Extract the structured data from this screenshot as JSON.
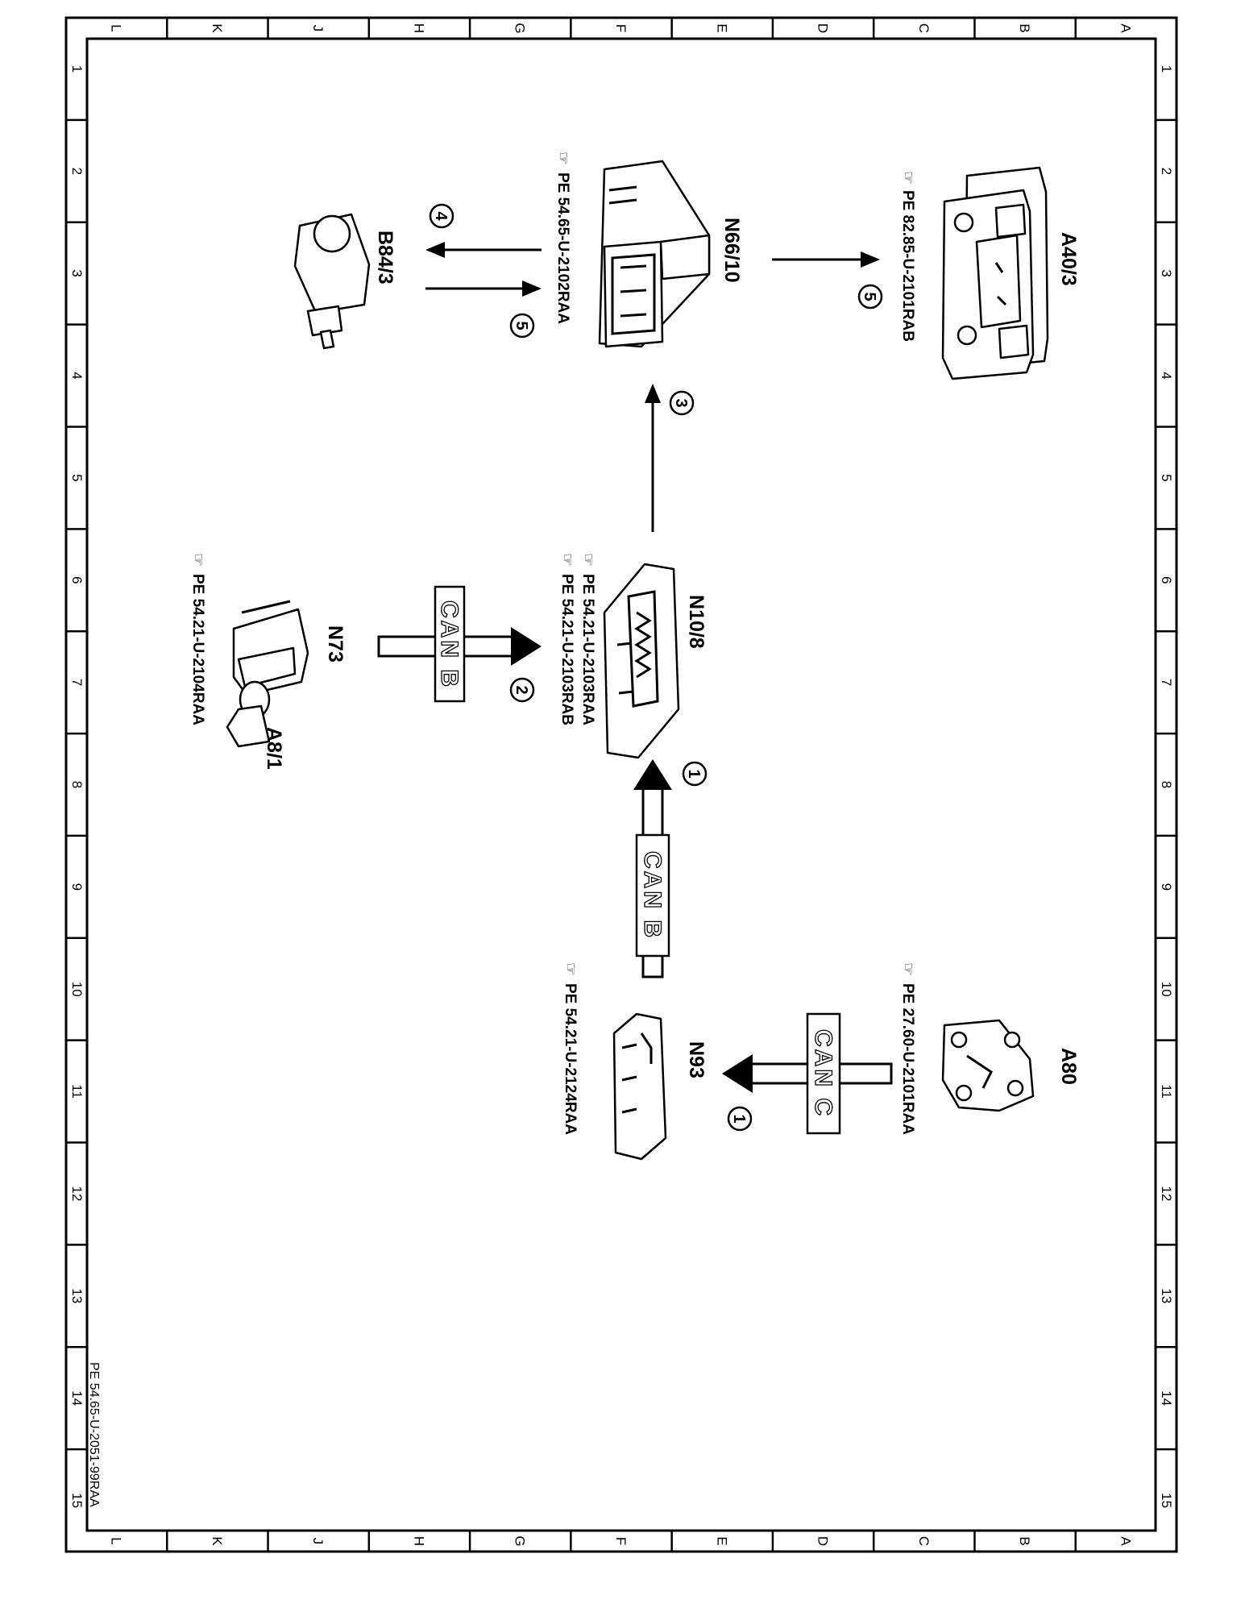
{
  "frame": {
    "letters": [
      "A",
      "B",
      "C",
      "D",
      "E",
      "F",
      "G",
      "H",
      "J",
      "K",
      "L"
    ],
    "numbers": [
      "1",
      "2",
      "3",
      "4",
      "5",
      "6",
      "7",
      "8",
      "9",
      "10",
      "11",
      "12",
      "13",
      "14",
      "15"
    ]
  },
  "document_id": "PE 54.65-U-2051-99RAA",
  "components": {
    "a40_3": {
      "label": "A40/3",
      "ref": "PE 82.85-U-2101RAB"
    },
    "n66_10": {
      "label": "N66/10",
      "ref": "PE 54.65-U-2102RAA"
    },
    "b84_3": {
      "label": "B84/3"
    },
    "n10_8": {
      "label": "N10/8",
      "ref1": "PE 54.21-U-2103RAA",
      "ref2": "PE 54.21-U-2103RAB"
    },
    "n73": {
      "label": "N73",
      "label2": "A8/1",
      "ref": "PE 54.21-U-2104RAA"
    },
    "a80": {
      "label": "A80",
      "ref": "PE 27.60-U-2101RAA"
    },
    "n93": {
      "label": "N93",
      "ref": "PE 54.21-U-2124RAA"
    }
  },
  "connections": {
    "n66_to_a40": {
      "step": "5"
    },
    "n66_to_b84": {
      "step": "4"
    },
    "b84_to_n66": {
      "step": "5"
    },
    "n10_to_n66": {
      "step": "3"
    },
    "n73_to_n10": {
      "step": "2",
      "bus": "CAN B"
    },
    "n93_to_n10": {
      "step": "1",
      "bus": "CAN B"
    },
    "a80_to_n93": {
      "step": "1",
      "bus": "CAN C"
    }
  }
}
